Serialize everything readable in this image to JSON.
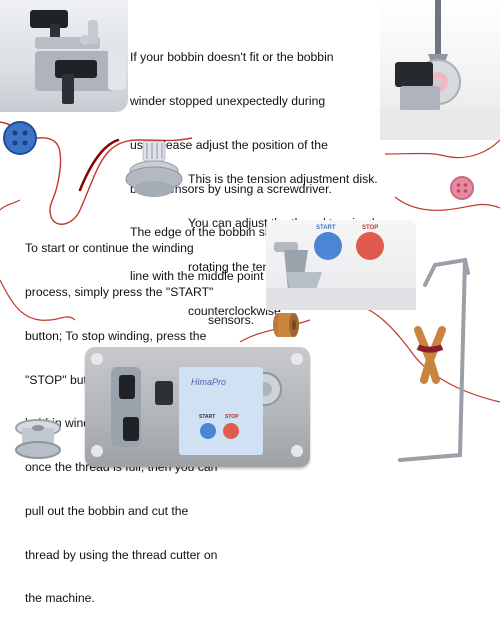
{
  "instructions": {
    "sensors": [
      "If your bobbin doesn't fit or the bobbin",
      "winder stopped unexpectedly during",
      "use, please adjust the position of the",
      "black sensors by using a screwdriver.",
      "The edge of the bobbin should be in",
      "line with the middle point of the",
      "sensors."
    ],
    "tension": [
      "This is the tension adjustment disk.",
      "You can adjust the thread tension by",
      "rotating the tension knob clockwise or",
      "counterclockwise."
    ],
    "winding": [
      "To start or continue the winding",
      "process, simply press the \"START\"",
      "button; To stop winding, press the",
      "\"STOP\" button. The automatic",
      "bobbin winder will stop on its own",
      "once the thread is full, then you can",
      "pull out the bobbin and cut the",
      "thread by using the thread cutter on",
      "the machine."
    ]
  },
  "device": {
    "brand": "HimaPro",
    "start_label": "START",
    "stop_label": "STOP"
  },
  "start_stop_closeup": {
    "start_label": "START",
    "stop_label": "STOP"
  },
  "colors": {
    "thread_red": "#c0392b",
    "button_blue": "#3c74c8",
    "button_pink": "#e98aa0",
    "start_blue": "#4b86d6",
    "stop_red": "#e05b4e",
    "panel_blue": "#cfe1f3",
    "device_gray": "#b1b4b8"
  },
  "icons": [
    "bobbin-sensor-photo",
    "screwdriver-photo",
    "tension-knob-photo",
    "sewing-button-blue",
    "sewing-button-pink",
    "start-stop-panel-photo",
    "thread-spool",
    "clothespin-with-thread",
    "metal-bobbin",
    "bobbin-winder-device",
    "wire-thread-guide"
  ]
}
